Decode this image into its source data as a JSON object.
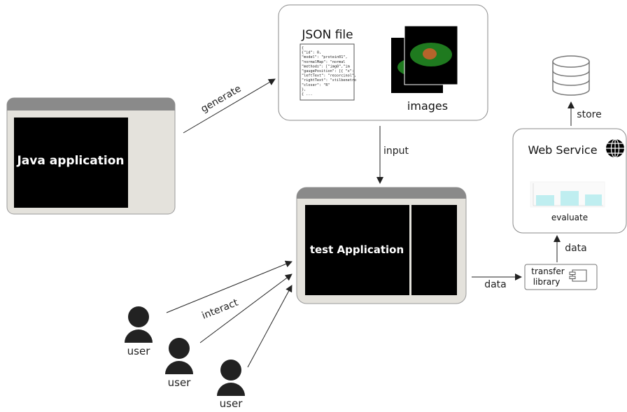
{
  "java_app": {
    "label": "Java application"
  },
  "json_panel": {
    "title": "JSON file",
    "code_lines": [
      "{",
      "  {\"id\": 0,",
      "  \"model\": \"protein01\",",
      "  \"normalMap\": \"normal",
      "  \"methods\": [\"img0\",\"im",
      "  \"gaugePosition\": [{ \"x\":",
      "  \"leftText\": \"resorcinol\",",
      "  \"rightText\": \"stilbenetro",
      "  \"closer\": \"R\"",
      "  },",
      "{ ..."
    ],
    "images_label": "images"
  },
  "test_app": {
    "label": "test Application"
  },
  "web_service": {
    "title": "Web Service",
    "caption": "evaluate"
  },
  "transfer_library": {
    "line1": "transfer",
    "line2": "library"
  },
  "edges": {
    "generate": "generate",
    "input": "input",
    "store": "store",
    "data_up": "data",
    "data_right": "data",
    "interact": "interact"
  },
  "users": [
    "user",
    "user",
    "user"
  ],
  "colors": {
    "window_frame": "#e4e2dc",
    "title_bar": "#8a8a8a",
    "screen": "#000000",
    "ellipse_outer": "#1f7a1f",
    "ellipse_inner": "#b5642b",
    "bar_fill": "#bfeef0"
  }
}
